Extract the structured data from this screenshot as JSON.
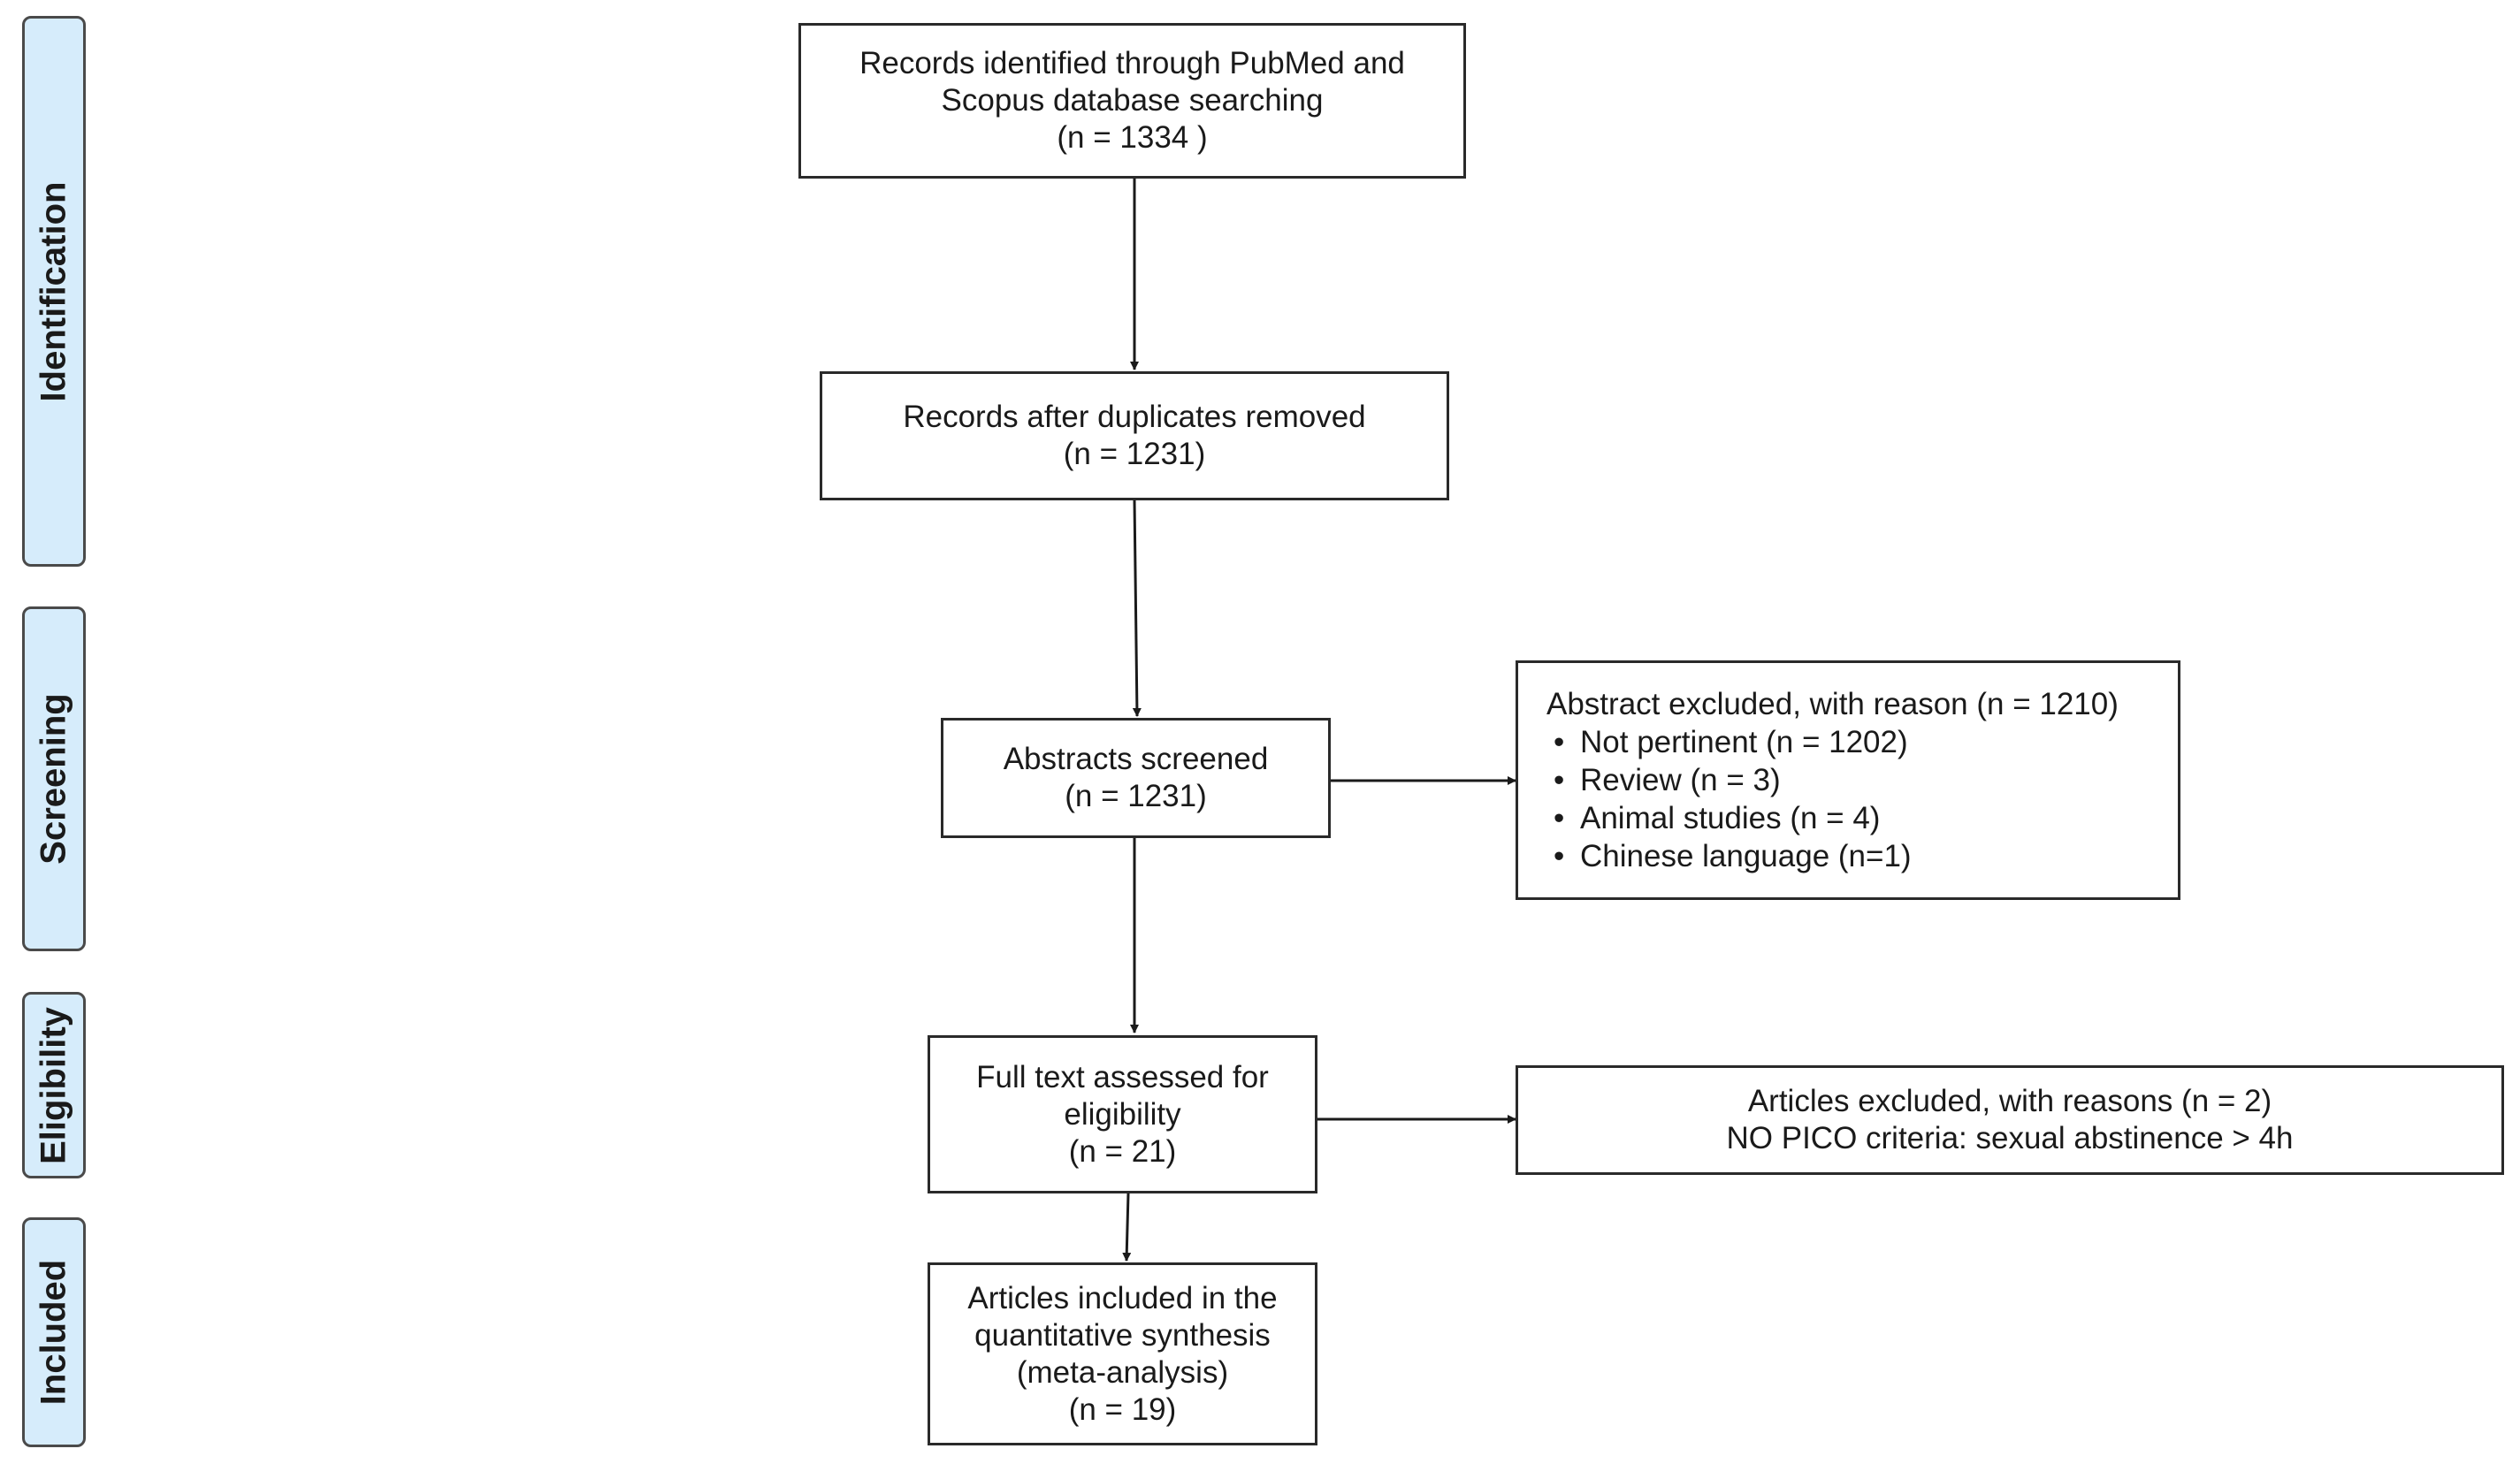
{
  "phases": [
    {
      "id": "identification",
      "label": "Identification"
    },
    {
      "id": "screening",
      "label": "Screening"
    },
    {
      "id": "eligibility",
      "label": "Eligibility"
    },
    {
      "id": "included",
      "label": "Included"
    }
  ],
  "boxes": {
    "identified": {
      "lines": [
        "Records identified  through PubMed and",
        "Scopus database searching",
        "(n = 1334 )"
      ]
    },
    "duplicates_removed": {
      "lines": [
        "Records after duplicates  removed",
        "(n = 1231)"
      ]
    },
    "abstracts_screened": {
      "lines": [
        "Abstracts screened",
        "(n = 1231)"
      ]
    },
    "abstract_excluded": {
      "title": "Abstract excluded, with reason (n = 1210)",
      "items": [
        "Not pertinent (n = 1202)",
        "Review (n = 3)",
        "Animal studies (n = 4)",
        "Chinese language (n=1)"
      ]
    },
    "full_text": {
      "lines": [
        "Full text assessed for",
        "eligibility",
        "(n = 21)"
      ]
    },
    "articles_excluded": {
      "lines": [
        "Articles  excluded,  with  reasons (n = 2)",
        "NO PICO criteria:  sexual abstinence > 4h"
      ]
    },
    "included": {
      "lines": [
        "Articles included  in the",
        "quantitative  synthesis",
        "(meta-analysis)",
        "(n = 19)"
      ]
    }
  }
}
